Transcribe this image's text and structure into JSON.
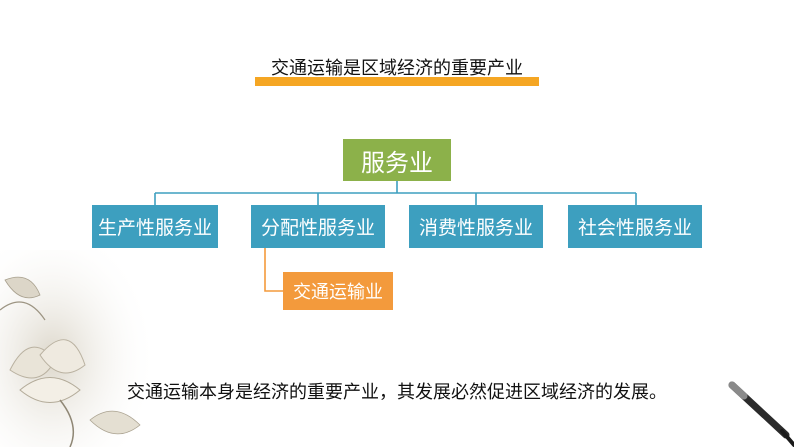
{
  "title": "交通运输是区域经济的重要产业",
  "diagram": {
    "root": "服务业",
    "children": [
      {
        "label": "生产性服务业"
      },
      {
        "label": "分配性服务业"
      },
      {
        "label": "消费性服务业"
      },
      {
        "label": "社会性服务业"
      }
    ],
    "sub_child": "交通运输业"
  },
  "summary": "交通运输本身是经济的重要产业，其发展必然促进区域经济的发展。",
  "colors": {
    "root_box": "#8cb14a",
    "child_box": "#3d9fbf",
    "sub_box": "#f39a3c",
    "title_underline": "#f5a623",
    "connector": "#3d9fbf",
    "sub_connector": "#f39a3c"
  }
}
